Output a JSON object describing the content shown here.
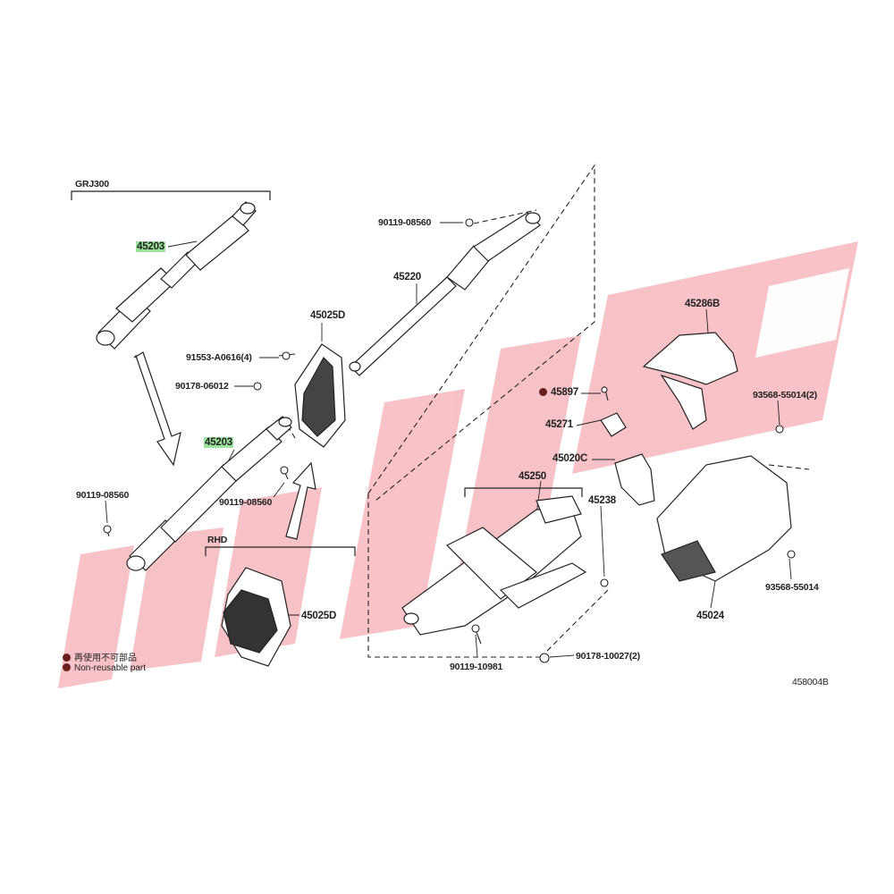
{
  "diagram": {
    "group_label": "GRJ300",
    "rhd_label": "RHD",
    "figure_code": "458004B",
    "legend": [
      {
        "text": "再使用不可部品"
      },
      {
        "text": "Non-reusable part"
      }
    ],
    "parts": {
      "p45203_top": "45203",
      "p45203_mid": "45203",
      "p90119_08560_left": "90119-08560",
      "p90119_08560_mid": "90119-08560",
      "p90119_08560_top": "90119-08560",
      "p45025D_top": "45025D",
      "p45025D_rhd": "45025D",
      "p91553": "91553-A0616(4)",
      "p90178_06012": "90178-06012",
      "p45220": "45220",
      "p45286B": "45286B",
      "p45897": "45897",
      "p45271": "45271",
      "p45020C": "45020C",
      "p45250": "45250",
      "p45238": "45238",
      "p93568_55014_2": "93568-55014(2)",
      "p93568_55014": "93568-55014",
      "p45024": "45024",
      "p90119_10981": "90119-10981",
      "p90178_10027": "90178-10027(2)"
    },
    "highlight_color": "#9be39b",
    "watermark_color": "#f4a7ae"
  }
}
